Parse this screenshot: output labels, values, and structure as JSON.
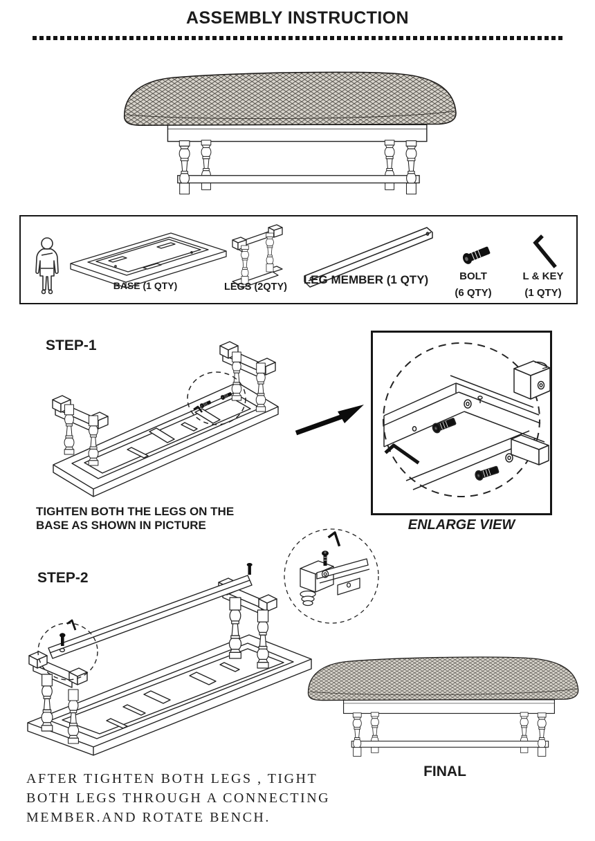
{
  "document": {
    "title": "ASSEMBLY INSTRUCTION",
    "ink": "#1c1c1c",
    "paper": "#ffffff"
  },
  "parts_box": {
    "parts": [
      {
        "icon": "person-icon",
        "label": ""
      },
      {
        "icon": "base-part",
        "label": "BASE (1 QTY)"
      },
      {
        "icon": "legs-part",
        "label": "LEGS (2QTY)"
      },
      {
        "icon": "leg-member-part",
        "label": "LEG MEMBER (1 QTY)"
      },
      {
        "icon": "bolt-part",
        "label": "BOLT",
        "qty": "(6 QTY)"
      },
      {
        "icon": "allen-key-part",
        "label": "L & KEY",
        "qty": "(1 QTY)"
      }
    ]
  },
  "steps": [
    {
      "label": "STEP-1",
      "caption_lines": [
        "TIGHTEN BOTH THE LEGS ON THE",
        "BASE AS SHOWN IN PICTURE"
      ],
      "enlarge_label": "ENLARGE VIEW"
    },
    {
      "label": "STEP-2"
    }
  ],
  "final_label": "FINAL",
  "footer_lines": [
    "AFTER TIGHTEN BOTH LEGS , TIGHT",
    "BOTH LEGS THROUGH A CONNECTING",
    "MEMBER.AND ROTATE BENCH."
  ]
}
